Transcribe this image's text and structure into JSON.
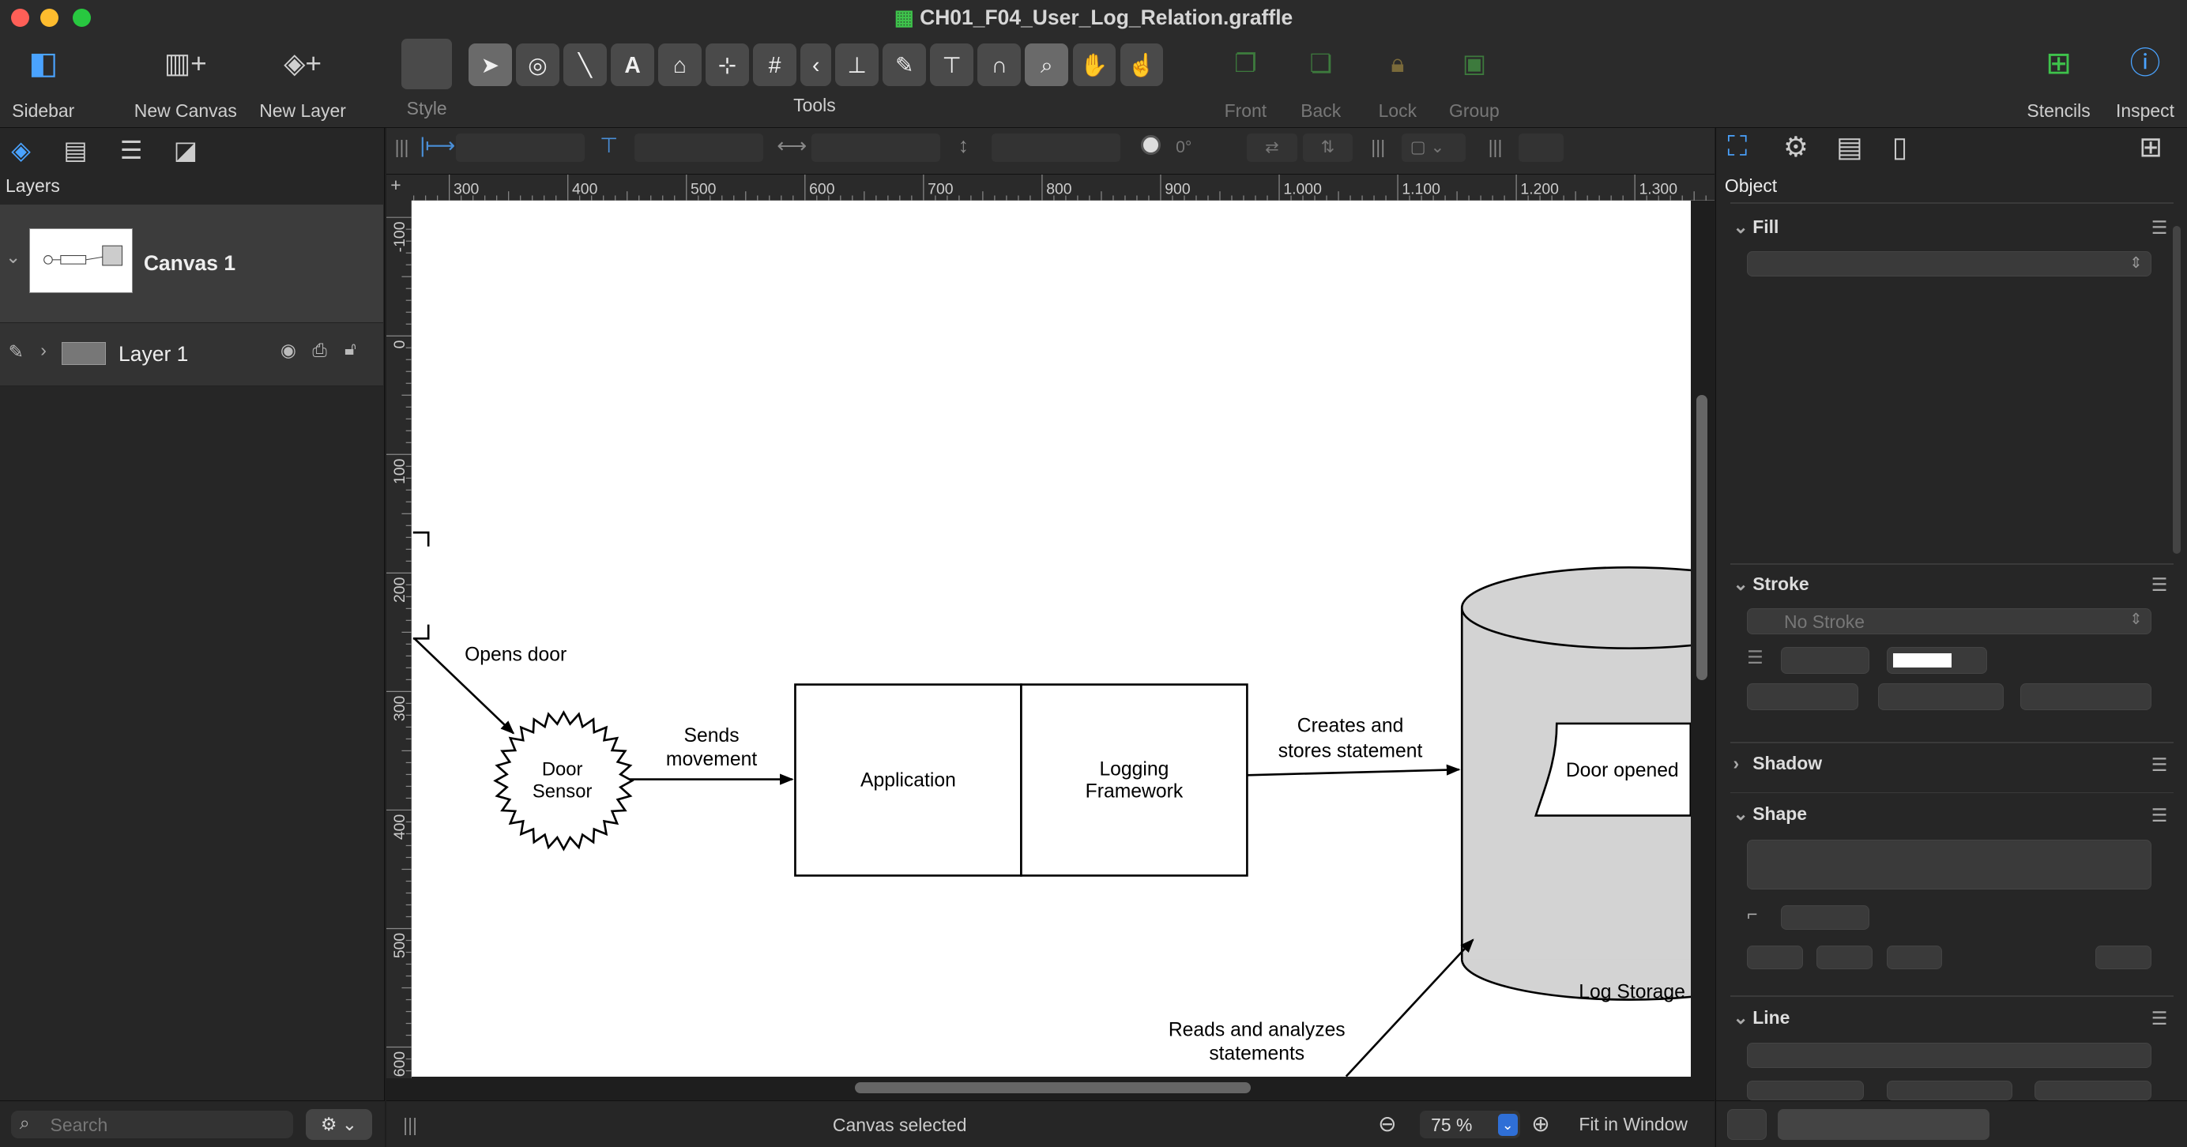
{
  "window": {
    "title": "CH01_F04_User_Log_Relation.graffle"
  },
  "toolbar": {
    "sidebar_label": "Sidebar",
    "new_canvas_label": "New Canvas",
    "new_layer_label": "New Layer",
    "style_label": "Style",
    "tools_label": "Tools",
    "front_label": "Front",
    "back_label": "Back",
    "lock_label": "Lock",
    "group_label": "Group",
    "stencils_label": "Stencils",
    "inspect_label": "Inspect"
  },
  "sidebar": {
    "header": "Layers",
    "canvas_name": "Canvas 1",
    "layer_name": "Layer 1",
    "search_placeholder": "Search"
  },
  "controlbar": {
    "rotation": "0°"
  },
  "ruler": {
    "h_ticks": [
      "300",
      "400",
      "500",
      "600",
      "700",
      "800",
      "900",
      "1.000",
      "1.100",
      "1.200",
      "1.300"
    ],
    "v_ticks": [
      "-100",
      "0",
      "100",
      "200",
      "300",
      "400",
      "500",
      "600"
    ]
  },
  "diagram": {
    "opens_door": "Opens door",
    "door_sensor_1": "Door",
    "door_sensor_2": "Sensor",
    "sends_1": "Sends",
    "sends_2": "movement",
    "application": "Application",
    "logging_1": "Logging",
    "logging_2": "Framework",
    "creates_1": "Creates and",
    "creates_2": "stores statement",
    "door_opened": "Door opened",
    "log_storage": "Log Storage",
    "reads_1": "Reads and analyzes",
    "reads_2": "statements"
  },
  "statusbar": {
    "status": "Canvas selected",
    "zoom": "75 %",
    "fit_label": "Fit in Window"
  },
  "inspector": {
    "header": "Object",
    "fill_label": "Fill",
    "stroke_label": "Stroke",
    "stroke_value": "No Stroke",
    "shadow_label": "Shadow",
    "shape_label": "Shape",
    "line_label": "Line"
  },
  "colors": {
    "accent": "#3b82f6",
    "canvas_bg": "#ffffff",
    "storage_fill": "#d3d3d3",
    "stencil_green": "#3ec24b"
  }
}
